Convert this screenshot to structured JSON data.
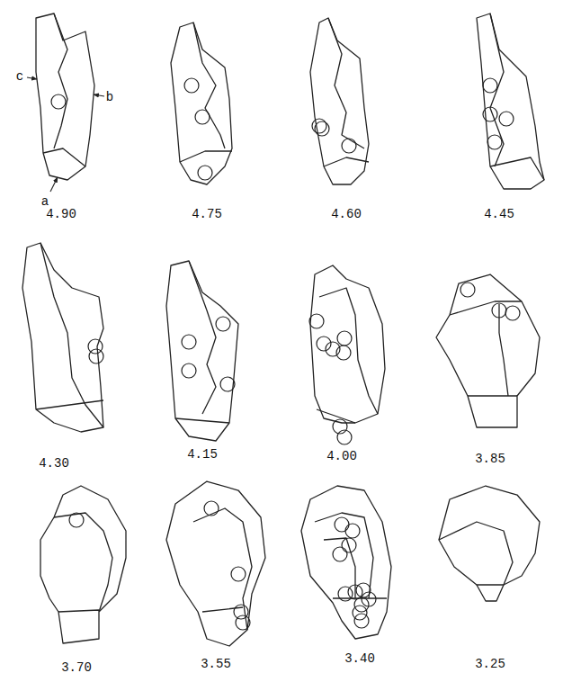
{
  "diagram": {
    "labels": [
      "c",
      "b",
      "a",
      "4.90",
      "4.75",
      "4.60",
      "4.45",
      "4.30",
      "4.15",
      "4.00",
      "3.85",
      "3.70",
      "3.55",
      "3.40",
      "3.25"
    ]
  }
}
